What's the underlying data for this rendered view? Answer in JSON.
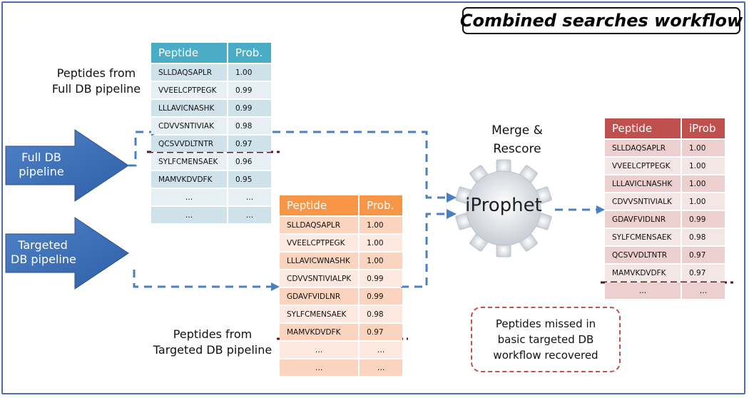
{
  "title": "Combined searches workflow",
  "labels": {
    "full_db_peptides": [
      "Peptides from",
      "Full DB pipeline"
    ],
    "targeted_db_peptides": [
      "Peptides from",
      "Targeted DB pipeline"
    ],
    "merge": [
      "Merge &",
      "Rescore"
    ],
    "missed": [
      "Peptides missed in",
      "basic targeted DB",
      "workflow recovered"
    ]
  },
  "arrows": {
    "full_db": [
      "Full DB",
      "pipeline"
    ],
    "targeted_db": [
      "Targeted",
      "DB pipeline"
    ]
  },
  "iprophet_label": "iProphet",
  "colors": {
    "frame": "#4a6fb0",
    "arrow_fill": "#3a6bb5",
    "dashed_connector": "#4a7fc1",
    "full_db_header": "#4bacc6",
    "targeted_header": "#f79646",
    "iprophet_header": "#c0504d",
    "cutoff_line": "#5a1a1a",
    "gear": "#d0d4db"
  },
  "tables": {
    "full_db": {
      "headers": [
        "Peptide",
        "Prob."
      ],
      "rows": [
        [
          "SLLDAQSAPLR",
          "1.00"
        ],
        [
          "VVEELCPTPEGK",
          "0.99"
        ],
        [
          "LLLAVICNASHK",
          "0.99"
        ],
        [
          "CDVVSNTIVIAK",
          "0.98"
        ],
        [
          "QCSVVDLTNTR",
          "0.97"
        ],
        [
          "SYLFCMENSAEK",
          "0.96"
        ],
        [
          "MAMVKDVDFK",
          "0.95"
        ],
        [
          "…",
          "…"
        ],
        [
          "…",
          "…"
        ]
      ]
    },
    "targeted_db": {
      "headers": [
        "Peptide",
        "Prob."
      ],
      "rows": [
        [
          "SLLDAQSAPLR",
          "1.00"
        ],
        [
          "VVEELCPTPEGK",
          "1.00"
        ],
        [
          "LLLAVICWNASHK",
          "1.00"
        ],
        [
          "CDVVSNTIVIALPK",
          "0.99"
        ],
        [
          "GDAVFVIDLNR",
          "0.99"
        ],
        [
          "SYLFCMENSAEK",
          "0.98"
        ],
        [
          "MAMVKDVDFK",
          "0.97"
        ],
        [
          "…",
          "…"
        ],
        [
          "…",
          "…"
        ]
      ]
    },
    "iprophet": {
      "headers": [
        "Peptide",
        "iProb"
      ],
      "rows": [
        [
          "SLLDAQSAPLR",
          "1.00"
        ],
        [
          "VVEELCPTPEGK",
          "1.00"
        ],
        [
          "LLLAVICLNASHK",
          "1.00"
        ],
        [
          "CDVVSNTIVIALK",
          "1.00"
        ],
        [
          "GDAVFVIDLNR",
          "0.99"
        ],
        [
          "SYLFCMENSAEK",
          "0.98"
        ],
        [
          "QCSVVDLTNTR",
          "0.97"
        ],
        [
          "MAMVKDVDFK",
          "0.97"
        ],
        [
          "…",
          "…"
        ]
      ]
    }
  }
}
